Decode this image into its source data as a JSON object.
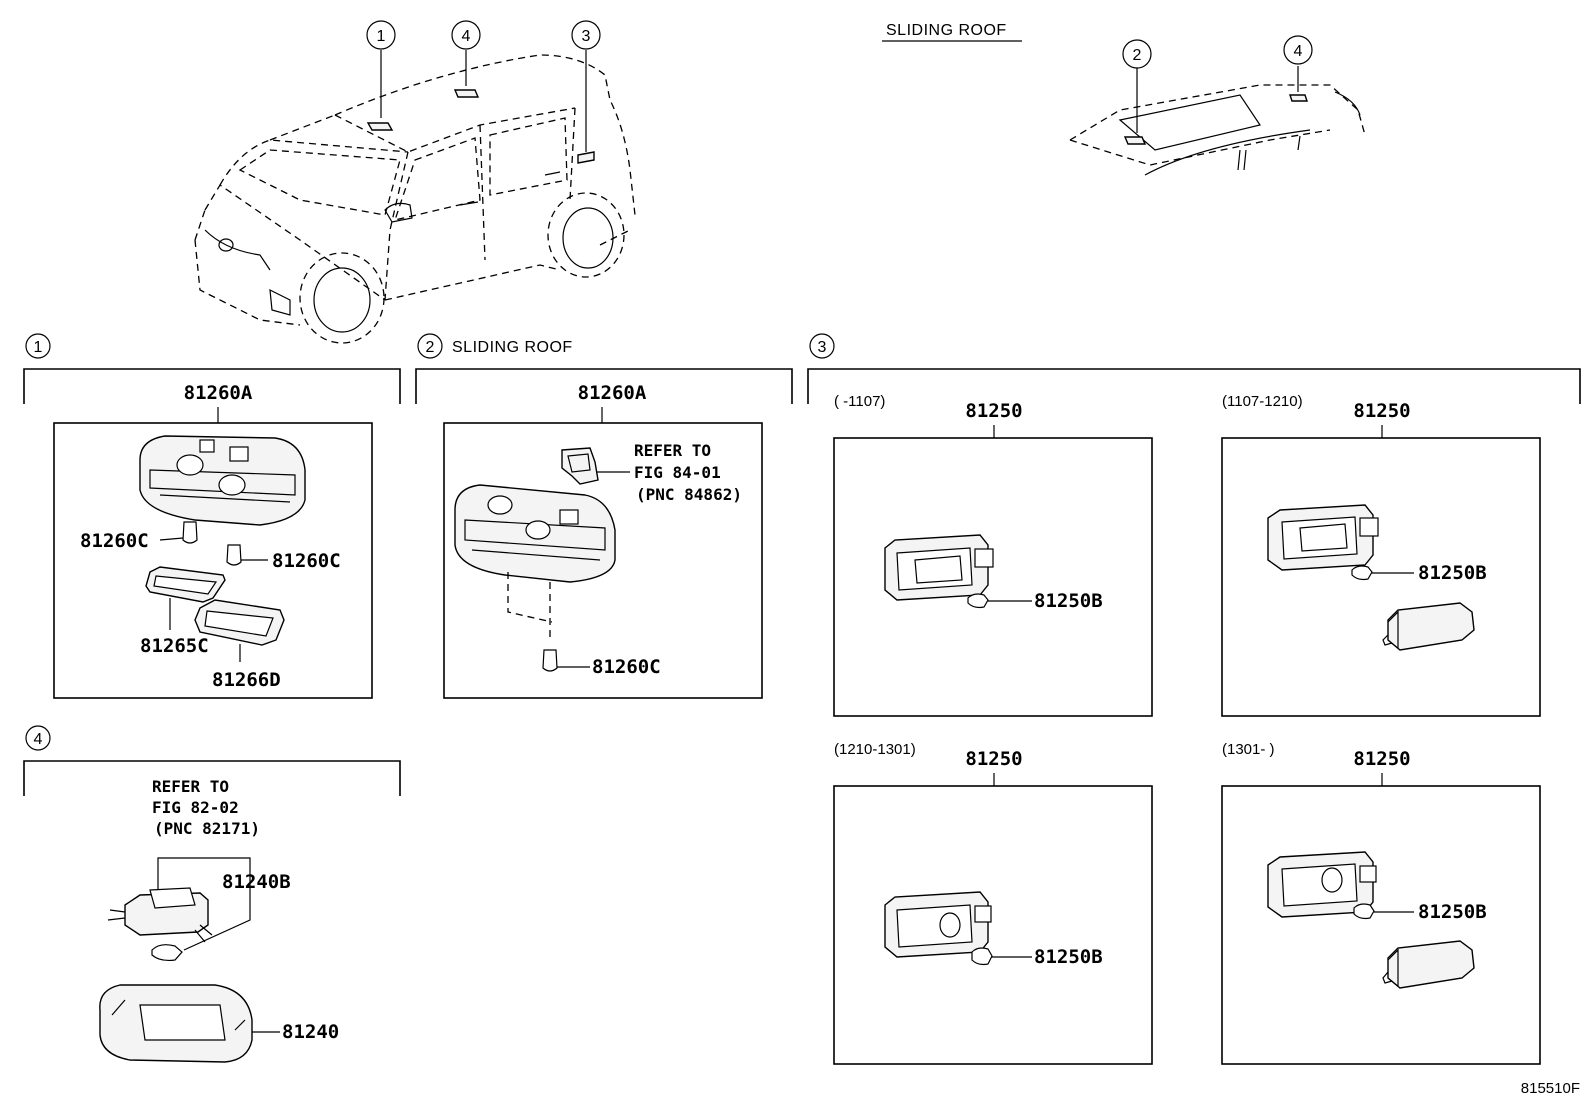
{
  "header": {
    "sliding_roof_caption": "SLIDING ROOF",
    "figure_code": "815510F"
  },
  "callouts": {
    "c1": "1",
    "c2": "2",
    "c3": "3",
    "c4": "4"
  },
  "sections": {
    "s1": {
      "number": "1",
      "title": ""
    },
    "s2": {
      "number": "2",
      "title": "SLIDING ROOF"
    },
    "s3": {
      "number": "3",
      "title": ""
    },
    "s4": {
      "number": "4",
      "title": ""
    }
  },
  "panel1": {
    "main_part": "81260A",
    "bulb_left": "81260C",
    "bulb_right": "81260C",
    "lens": "81265C",
    "cover": "81266D"
  },
  "panel2": {
    "main_part": "81260A",
    "refer_line1": "REFER TO",
    "refer_line2": "FIG 84-01",
    "refer_line3": "(PNC 84862)",
    "bulb": "81260C"
  },
  "panel3": {
    "a": {
      "date_range": "(      -1107)",
      "main_part": "81250",
      "bulb": "81250B"
    },
    "b": {
      "date_range": "(1107-1210)",
      "main_part": "81250",
      "bulb": "81250B"
    },
    "c": {
      "date_range": "(1210-1301)",
      "main_part": "81250",
      "bulb": "81250B"
    },
    "d": {
      "date_range": "(1301-      )",
      "main_part": "81250",
      "bulb": "81250B"
    }
  },
  "panel4": {
    "refer_line1": "REFER TO",
    "refer_line2": "FIG 82-02",
    "refer_line3": "(PNC 82171)",
    "bulb": "81240B",
    "main_part": "81240"
  }
}
